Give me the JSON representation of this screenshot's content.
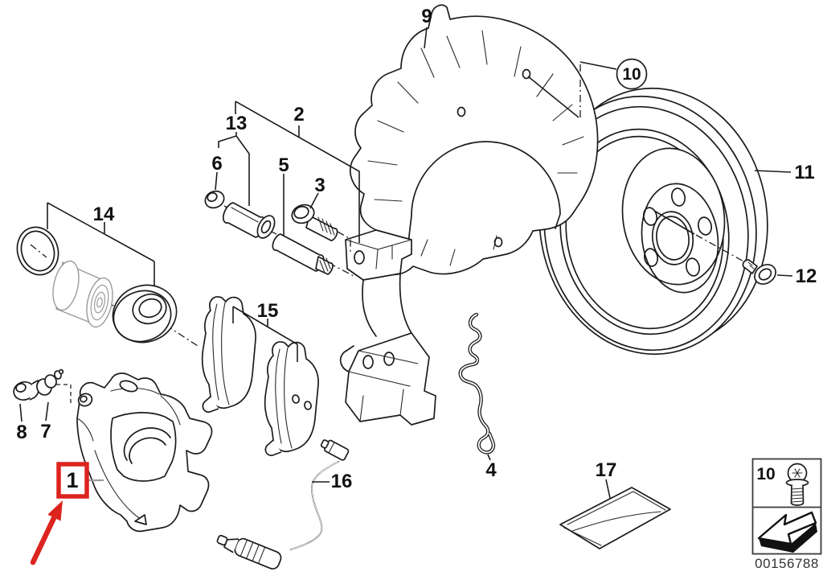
{
  "callouts": {
    "n1": "1",
    "n2": "2",
    "n3": "3",
    "n4": "4",
    "n5": "5",
    "n6": "6",
    "n7": "7",
    "n8": "8",
    "n9": "9",
    "n10": "10",
    "n11": "11",
    "n12": "12",
    "n13": "13",
    "n14": "14",
    "n15": "15",
    "n16": "16",
    "n17": "17"
  },
  "legend": {
    "ref": "10",
    "code": "00156788"
  },
  "colors": {
    "line": "#1c1c1c",
    "highlight_red": "#dc241f",
    "leader_gray": "#9a9a9a"
  },
  "icons": {
    "legend_screw": "torx-screw-icon",
    "legend_arrow": "direction-arrow-icon"
  }
}
